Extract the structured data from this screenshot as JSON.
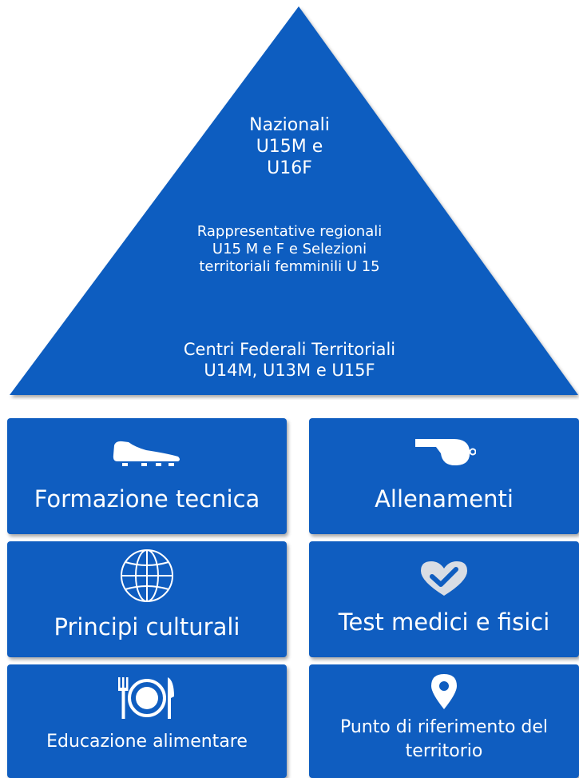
{
  "pyramid": {
    "tier1": [
      "Nazionali",
      "U15M e",
      "U16F"
    ],
    "tier2": [
      "Rappresentative regionali",
      "U15 M e F e Selezioni",
      "territoriali femminili U 15"
    ],
    "tier3": [
      "Centri Federali Territoriali",
      "U14M, U13M e U15F"
    ],
    "color": "#0f5dc0"
  },
  "boxes": [
    {
      "label": "Formazione tecnica",
      "icon": "football-boot-icon"
    },
    {
      "label": "Allenamenti",
      "icon": "whistle-icon"
    },
    {
      "label": "Principi culturali",
      "icon": "globe-icon"
    },
    {
      "label": "Test medici e fisici",
      "icon": "heart-check-icon"
    },
    {
      "label": "Educazione alimentare",
      "icon": "plate-cutlery-icon"
    },
    {
      "label": "Punto di riferimento del territorio",
      "icon": "map-pin-icon"
    }
  ]
}
